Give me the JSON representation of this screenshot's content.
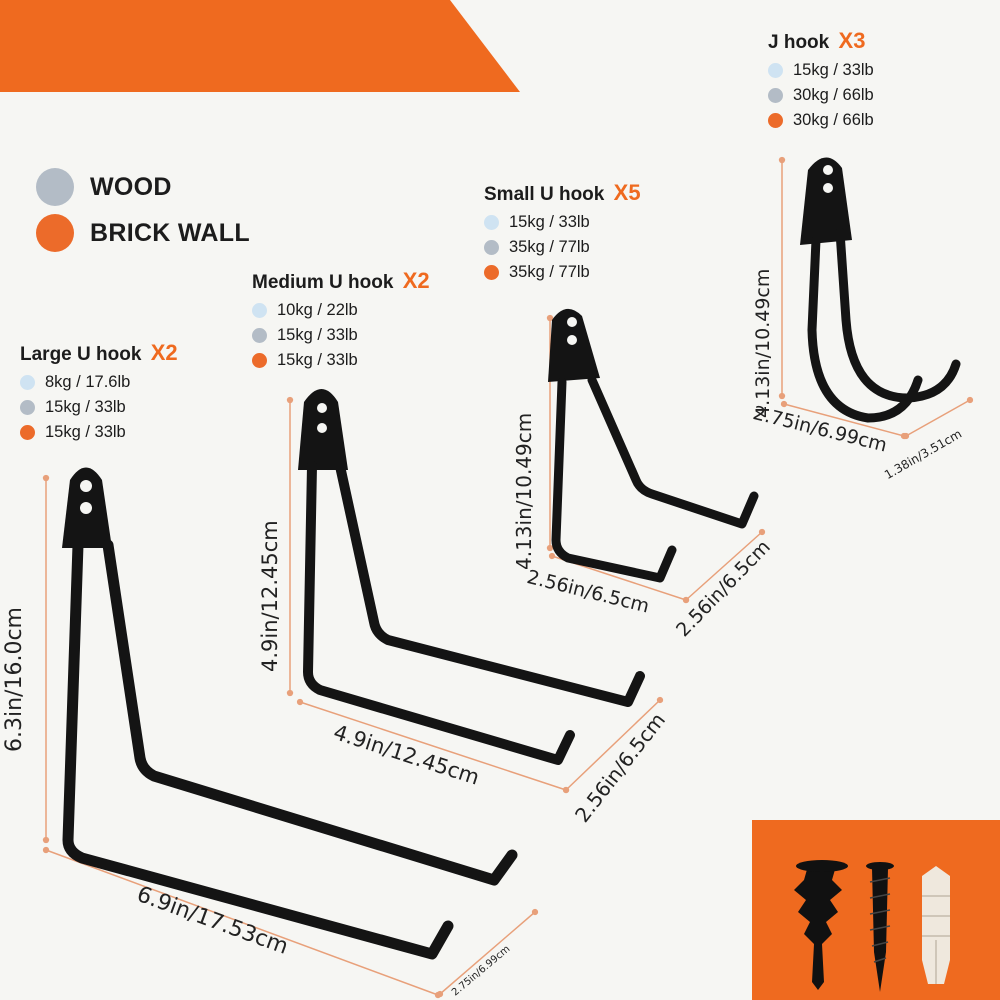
{
  "colors": {
    "accent": "#ef6a1f",
    "wood": "#b3bcc6",
    "brick_wall": "#ec6b2a",
    "drywall": "#cfe3f2",
    "measure_line": "#e8a07a",
    "hook_black": "#141414"
  },
  "legend": [
    {
      "label": "WOOD",
      "color": "#b3bcc6"
    },
    {
      "label": "BRICK WALL",
      "color": "#ec6b2a"
    }
  ],
  "hooks": [
    {
      "name": "Large U hook",
      "qty": "X2",
      "loads": [
        {
          "value": "8kg / 17.6lb",
          "color": "#cfe3f2"
        },
        {
          "value": "15kg / 33lb",
          "color": "#b3bcc6"
        },
        {
          "value": "15kg / 33lb",
          "color": "#ec6b2a"
        }
      ],
      "height": "6.3in/16.0cm",
      "length": "6.9in/17.53cm",
      "width": "2.75in/6.99cm"
    },
    {
      "name": "Medium U hook",
      "qty": "X2",
      "loads": [
        {
          "value": "10kg / 22lb",
          "color": "#cfe3f2"
        },
        {
          "value": "15kg / 33lb",
          "color": "#b3bcc6"
        },
        {
          "value": "15kg / 33lb",
          "color": "#ec6b2a"
        }
      ],
      "height": "4.9in/12.45cm",
      "length": "4.9in/12.45cm",
      "width": "2.56in/6.5cm"
    },
    {
      "name": "Small U hook",
      "qty": "X5",
      "loads": [
        {
          "value": "15kg / 33lb",
          "color": "#cfe3f2"
        },
        {
          "value": "35kg / 77lb",
          "color": "#b3bcc6"
        },
        {
          "value": "35kg / 77lb",
          "color": "#ec6b2a"
        }
      ],
      "height": "4.13in/10.49cm",
      "length": "2.56in/6.5cm",
      "width": "2.56in/6.5cm"
    },
    {
      "name": "J hook",
      "qty": "X3",
      "loads": [
        {
          "value": "15kg / 33lb",
          "color": "#cfe3f2"
        },
        {
          "value": "30kg / 66lb",
          "color": "#b3bcc6"
        },
        {
          "value": "30kg / 66lb",
          "color": "#ec6b2a"
        }
      ],
      "height": "4.13in/10.49cm",
      "length": "2.75in/6.99cm",
      "width": "1.38in/3.51cm"
    }
  ],
  "accessories": [
    "drywall-anchor",
    "wood-screw",
    "plastic-wall-plug"
  ]
}
